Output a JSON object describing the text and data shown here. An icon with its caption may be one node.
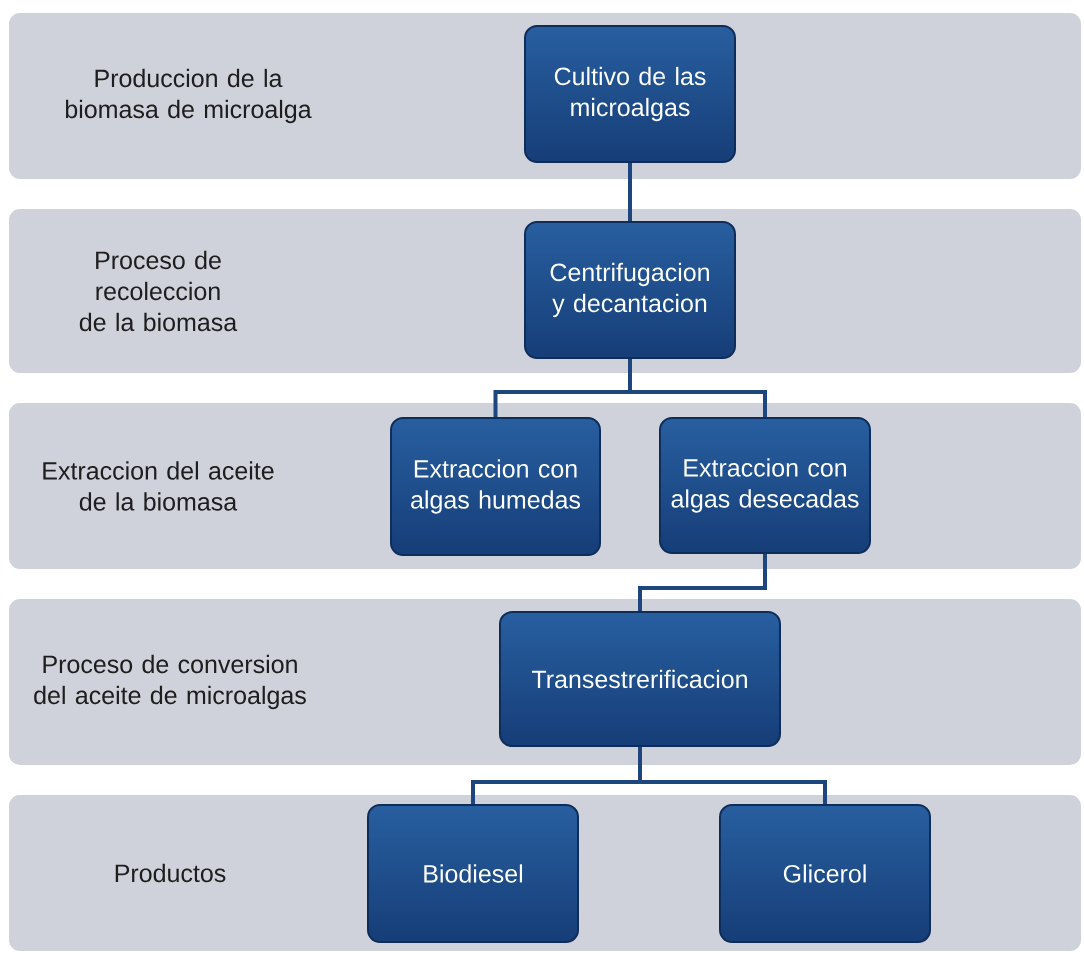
{
  "diagram": {
    "nodes": [
      {
        "text": [
          "Produccion de la biomasa de microalga"
        ]
      },
      {
        "text": [
          "Cultivo de las microalgas"
        ],
        "in": 0
      },
      {
        "text": [
          "Proceso de recoleccion de la biomasa"
        ]
      },
      {
        "text": [
          "Centrifugacion y decantacion"
        ],
        "in": 2
      },
      {
        "text": [
          "Extraccion del aceite de la biomasa"
        ]
      },
      {
        "text": [
          "Extraccion con algas humedas"
        ],
        "in": 4
      },
      {
        "text": [
          "Extraccion con algas desecadas"
        ],
        "in": 4
      },
      {
        "text": [
          "Proceso de conversion del aceite de microalgas"
        ]
      },
      {
        "text": [
          "Transestrerificacion"
        ],
        "in": 7
      },
      {
        "text": [
          "Productos"
        ]
      },
      {
        "text": [
          "Biodiesel"
        ],
        "in": 9
      },
      {
        "text": [
          "Glicerol"
        ],
        "in": 9
      }
    ],
    "edges": [
      {
        "from": 1,
        "to": 3,
        "arrow": "none"
      },
      {
        "from": 3,
        "to": 5,
        "arrow": "none"
      },
      {
        "from": 3,
        "to": 6,
        "arrow": "none"
      },
      {
        "from": 6,
        "to": 8,
        "arrow": "none"
      },
      {
        "from": 8,
        "to": 10,
        "arrow": "none"
      },
      {
        "from": 8,
        "to": 11,
        "arrow": "none"
      }
    ]
  }
}
